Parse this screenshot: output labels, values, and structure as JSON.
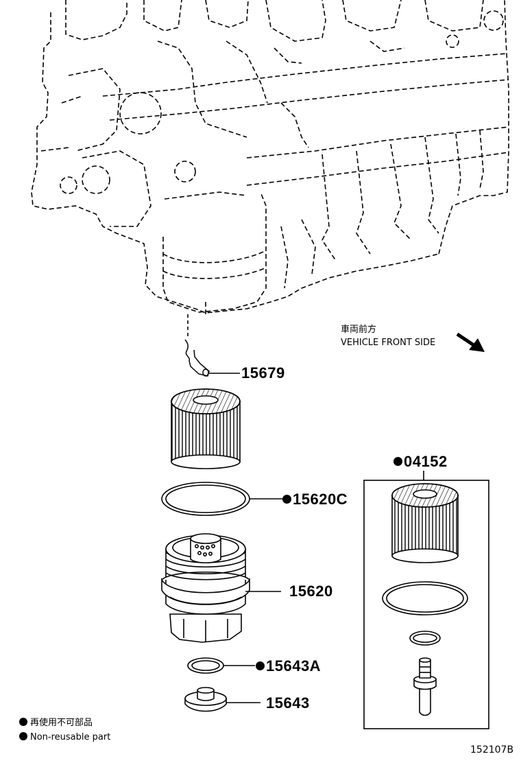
{
  "direction": {
    "japanese": "車両前方",
    "english": "VEHICLE FRONT SIDE"
  },
  "parts": {
    "p15679": "15679",
    "p15620C": "15620C",
    "p15620": "15620",
    "p15643A": "15643A",
    "p15643": "15643",
    "p04152": "04152"
  },
  "legend": {
    "japanese": "再使用不可部品",
    "english": "Non-reusable part"
  },
  "diagram_id": "152107B"
}
